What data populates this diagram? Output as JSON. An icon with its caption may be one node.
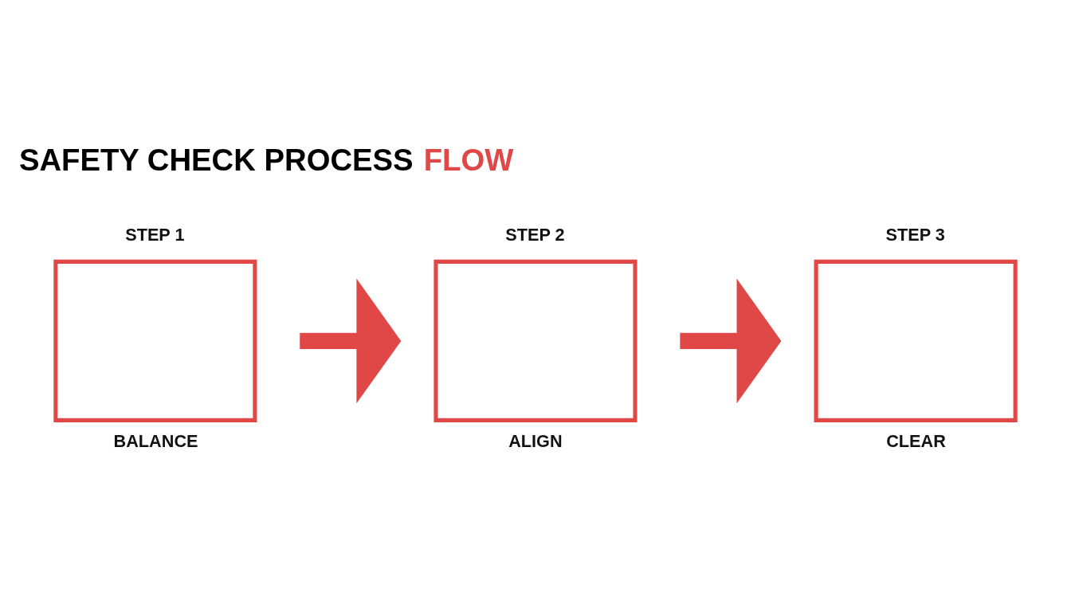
{
  "diagram": {
    "title": "SAFETY CHECK PROCESS FLOW",
    "nodes": [
      {
        "text": [
          "STEP 1",
          "BALANCE"
        ]
      },
      {
        "text": [
          "STEP 2",
          "ALIGN"
        ]
      },
      {
        "text": [
          "STEP 3",
          "CLEAR"
        ]
      }
    ],
    "edges": [
      {
        "from": 0,
        "to": 1,
        "arrow": "to"
      },
      {
        "from": 1,
        "to": 2,
        "arrow": "to"
      }
    ]
  }
}
